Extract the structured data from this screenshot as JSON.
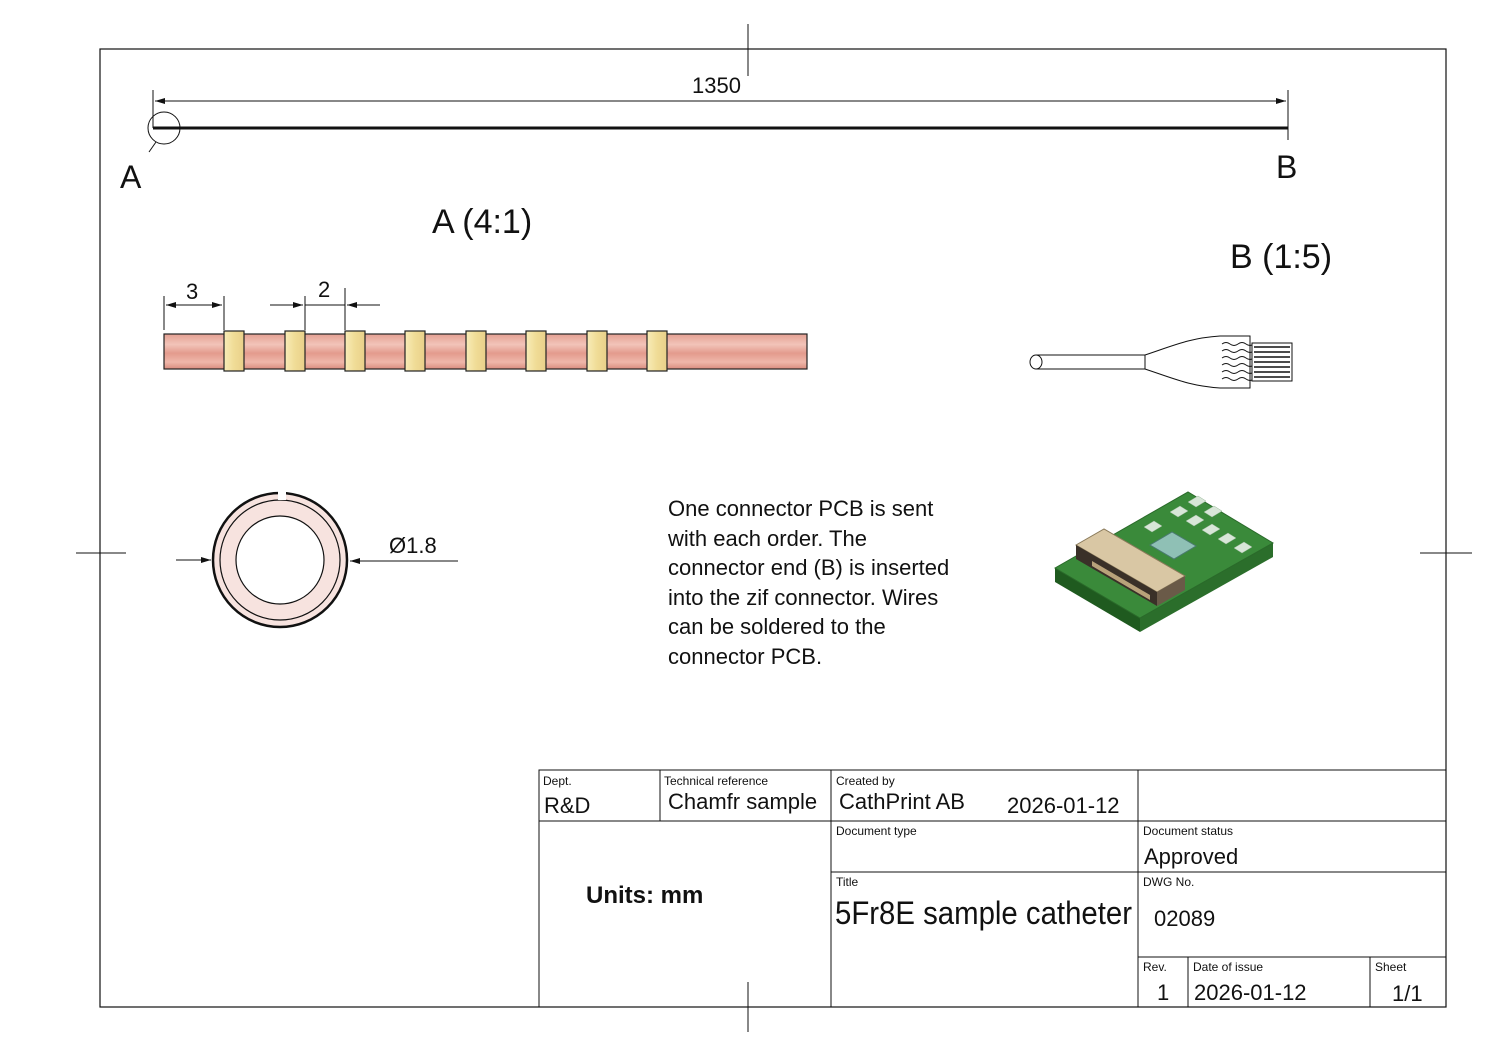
{
  "dimensions": {
    "overall_length": "1350",
    "band_width": "3",
    "band_spacing": "2",
    "diameter": "Ø1.8"
  },
  "labels": {
    "end_a": "A",
    "end_b": "B",
    "detail_a": "A (4:1)",
    "detail_b": "B (1:5)"
  },
  "note": "One connector PCB is sent with each order. The connector end (B) is inserted into the zif connector. Wires can be soldered to the connector PCB.",
  "title_block": {
    "dept_label": "Dept.",
    "dept": "R&D",
    "tech_ref_label": "Technical reference",
    "tech_ref": "Chamfr sample",
    "created_by_label": "Created by",
    "created_by": "CathPrint AB",
    "created_date": "2026-01-12",
    "doc_type_label": "Document type",
    "doc_type": "",
    "doc_status_label": "Document status",
    "doc_status": "Approved",
    "units": "Units: mm",
    "title_label": "Title",
    "title": "5Fr8E sample catheter",
    "dwg_no_label": "DWG No.",
    "dwg_no": "02089",
    "rev_label": "Rev.",
    "rev": "1",
    "date_issue_label": "Date of issue",
    "date_issue": "2026-01-12",
    "sheet_label": "Sheet",
    "sheet": "1/1"
  },
  "colors": {
    "tube": "#e7a89b",
    "band": "#f3e2a3",
    "ring_fill": "#f7e3df",
    "pcb_green": "#3a8a3a",
    "connector_tan": "#d9c7a4"
  }
}
